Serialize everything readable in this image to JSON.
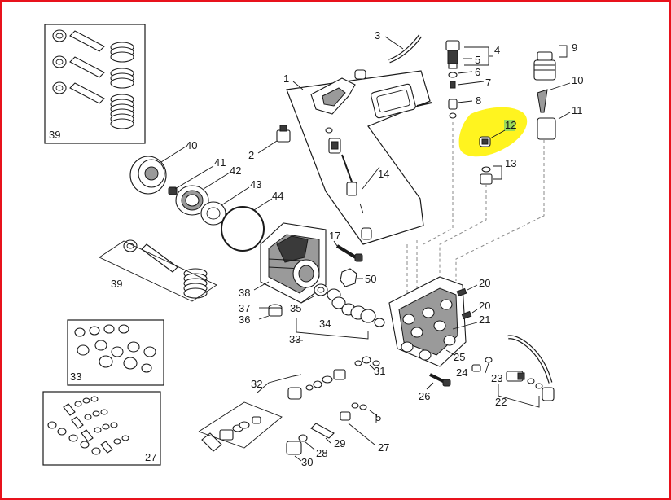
{
  "frame_color": "#e8121c",
  "highlight_color": "#fff200",
  "highlight_marker_color": "#7ad16a",
  "labels": {
    "p1": "1",
    "p2": "2",
    "p3": "3",
    "p4": "4",
    "p5": "5",
    "p6": "6",
    "p7": "7",
    "p8": "8",
    "p9": "9",
    "p10": "10",
    "p11": "11",
    "p12": "12",
    "p13": "13",
    "p14": "14",
    "p17": "17",
    "p20a": "20",
    "p20b": "20",
    "p21": "21",
    "p22": "22",
    "p23": "23",
    "p24": "24",
    "p25": "25",
    "p26": "26",
    "p27a": "27",
    "p27b": "27",
    "p28": "28",
    "p29": "29",
    "p30": "30",
    "p31": "31",
    "p32": "32",
    "p33a": "33",
    "p33b": "33",
    "p34": "34",
    "p35": "35",
    "p36": "36",
    "p37": "37",
    "p38": "38",
    "p39a": "39",
    "p39b": "39",
    "p40": "40",
    "p41": "41",
    "p42": "42",
    "p43": "43",
    "p44": "44",
    "p5b": "5",
    "p50": "50"
  }
}
